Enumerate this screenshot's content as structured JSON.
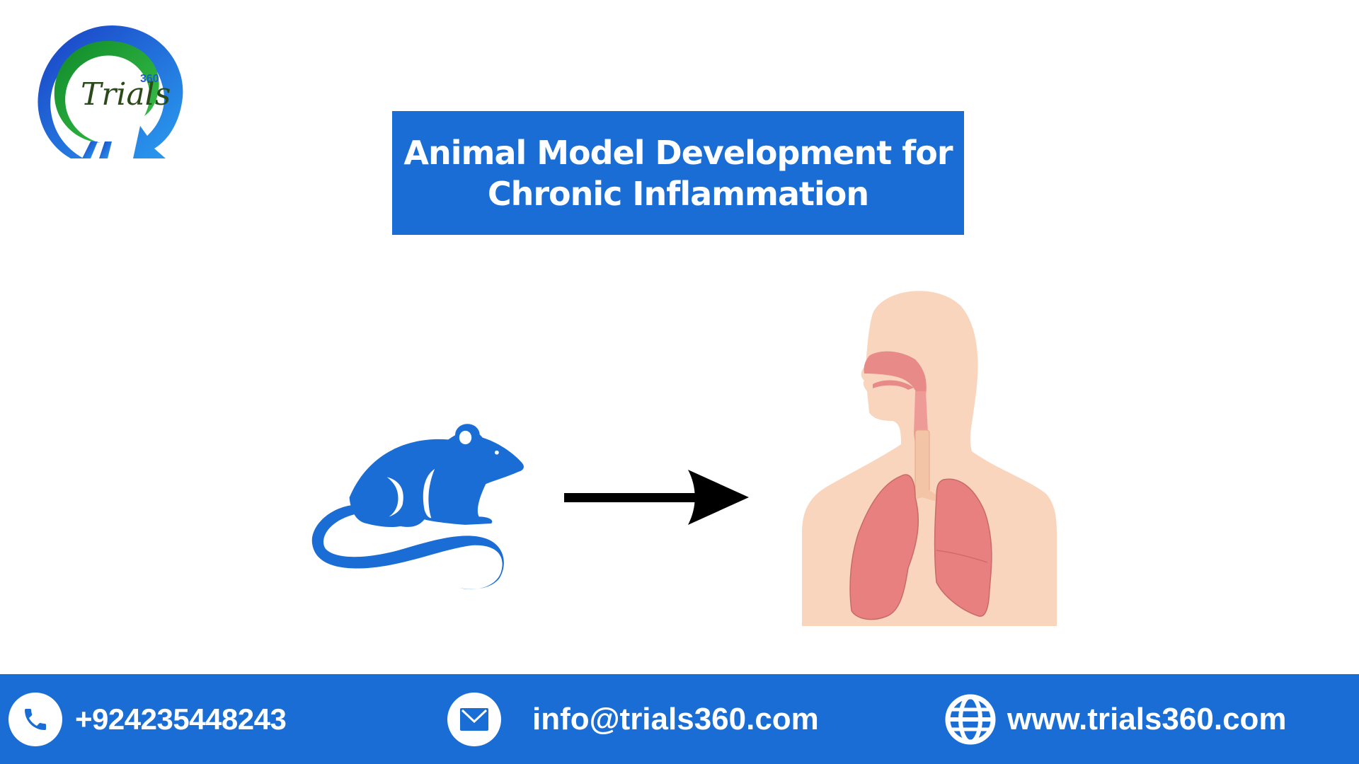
{
  "logo": {
    "wordmark": "Trials",
    "superscript": "360",
    "colors": {
      "green": "#1faa3a",
      "blue": "#1a5fd0",
      "text": "#2a4a1a"
    }
  },
  "title": {
    "line1": "Animal Model Development for",
    "line2": "Chronic Inflammation",
    "background": "#1a6dd4"
  },
  "illustration": {
    "left_icon": "mouse-icon",
    "connector": "arrow-right-icon",
    "right_icon": "human-respiratory-system-icon",
    "mouse_color": "#1a6dd4"
  },
  "footer": {
    "background": "#1a6dd4",
    "phone": {
      "icon": "phone-icon",
      "text": "+924235448243"
    },
    "email": {
      "icon": "email-icon",
      "text": "info@trials360.com"
    },
    "website": {
      "icon": "globe-icon",
      "text": "www.trials360.com"
    }
  }
}
